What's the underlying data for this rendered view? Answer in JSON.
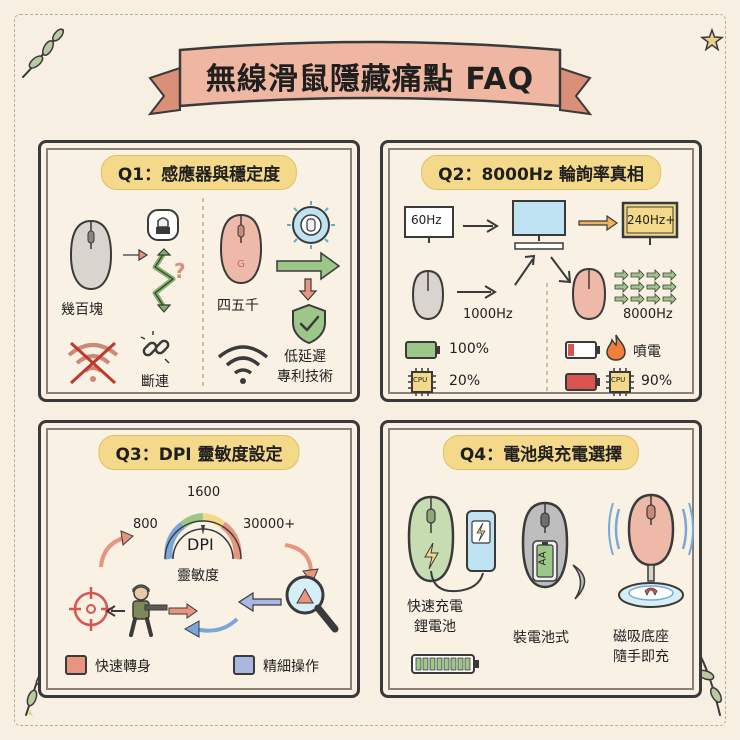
{
  "title": "無線滑鼠隱藏痛點 FAQ",
  "q1": {
    "title": "Q1：感應器與穩定度",
    "cheap_label": "幾百塊",
    "disconnect_label": "斷連",
    "premium_label": "四五千",
    "tech_label_1": "低延遲",
    "tech_label_2": "專利技術",
    "question_mark": "?"
  },
  "q2": {
    "title": "Q2：8000Hz 輪詢率真相",
    "monitor_60": "60Hz",
    "monitor_240": "240Hz+",
    "rate_1000": "1000Hz",
    "rate_8000": "8000Hz",
    "battery_low_pct": "100%",
    "cpu_low_pct": "20%",
    "battery_high_label": "噴電",
    "cpu_high_pct": "90%",
    "cpu_text": "CPU"
  },
  "q3": {
    "title": "Q3：DPI 靈敏度設定",
    "dpi_low": "800",
    "dpi_mid": "1600",
    "dpi_high": "30000+",
    "gauge_label": "DPI",
    "gauge_sub": "靈敏度",
    "fast_turn": "快速轉身",
    "precise": "精細操作"
  },
  "q4": {
    "title": "Q4：電池與充電選擇",
    "lithium_1": "快速充電",
    "lithium_2": "鋰電池",
    "aa_label": "裝電池式",
    "aa_text": "AA",
    "wireless_1": "磁吸底座",
    "wireless_2": "隨手即充"
  },
  "colors": {
    "banner": "#efb7a1",
    "panel_title_bg": "#f5d98a",
    "mouse_grey": "#d9d4cd",
    "mouse_pink": "#eeb9a8",
    "mouse_green": "#c8dcb1",
    "arrow_green": "#7fb36a",
    "arrow_pink": "#e8957f",
    "swatch_orange": "#e8957f",
    "swatch_blue": "#a9b8e0"
  }
}
